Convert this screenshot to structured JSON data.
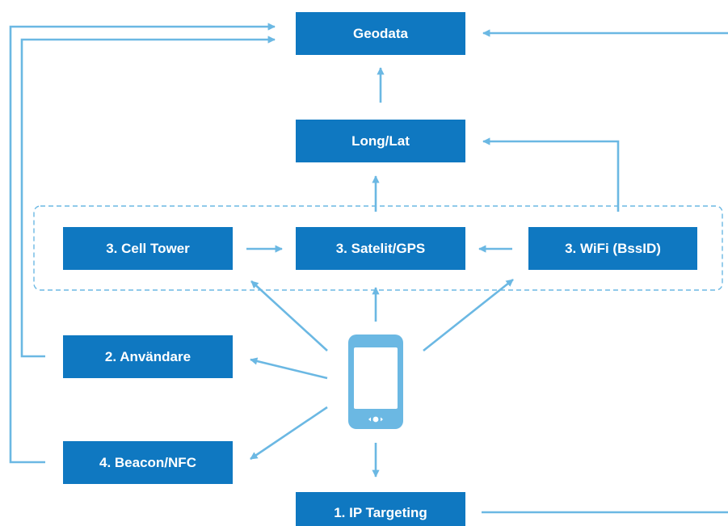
{
  "colors": {
    "box": "#0f78c1",
    "connector": "#6bb8e3",
    "phone": "#6bb8e3",
    "phone_screen": "#ffffff",
    "background": "#ffffff"
  },
  "nodes": {
    "geodata": "Geodata",
    "longlat": "Long/Lat",
    "cell_tower": "3. Cell Tower",
    "satelit_gps": "3. Satelit/GPS",
    "wifi": "3. WiFi (BssID)",
    "anvandare": "2. Användare",
    "beacon_nfc": "4. Beacon/NFC",
    "ip_targeting": "1. IP Targeting"
  },
  "device": {
    "icon": "smartphone-icon"
  },
  "group": {
    "style": "dashed",
    "members": [
      "cell_tower",
      "satelit_gps",
      "wifi"
    ]
  },
  "edges": [
    {
      "from": "phone",
      "to": "satelit_gps"
    },
    {
      "from": "phone",
      "to": "cell_tower"
    },
    {
      "from": "phone",
      "to": "wifi"
    },
    {
      "from": "phone",
      "to": "anvandare"
    },
    {
      "from": "phone",
      "to": "beacon_nfc"
    },
    {
      "from": "phone",
      "to": "ip_targeting"
    },
    {
      "from": "cell_tower",
      "to": "satelit_gps"
    },
    {
      "from": "wifi",
      "to": "satelit_gps"
    },
    {
      "from": "satelit_gps",
      "to": "longlat"
    },
    {
      "from": "wifi",
      "to": "longlat"
    },
    {
      "from": "longlat",
      "to": "geodata"
    },
    {
      "from": "anvandare",
      "to": "geodata"
    },
    {
      "from": "beacon_nfc",
      "to": "geodata"
    },
    {
      "from": "ip_targeting",
      "to": "geodata"
    }
  ]
}
